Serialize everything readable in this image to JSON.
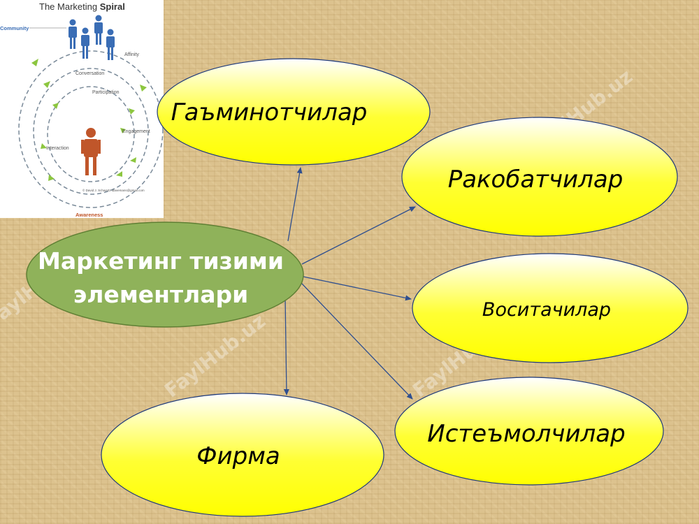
{
  "diagram": {
    "center": {
      "line1": "Маркетинг тизими",
      "line2": "элементлари",
      "fill": "#8fb25a",
      "stroke": "#5f7f34"
    },
    "nodes": [
      {
        "id": "suppliers",
        "label": "Гаъминотчилар"
      },
      {
        "id": "competitors",
        "label": "Ракобатчилар"
      },
      {
        "id": "intermediaries",
        "label": "Воситачилар"
      },
      {
        "id": "consumers",
        "label": "Истеъмолчилар"
      },
      {
        "id": "firm",
        "label": "Фирма"
      }
    ],
    "node_fill_top": "#ffffff",
    "node_fill_bottom": "#ffff00",
    "node_stroke": "#1f3a7a",
    "arrow_color": "#2f4f8f"
  },
  "spiral_figure": {
    "title_regular": "The Marketing ",
    "title_bold": "Spiral",
    "labels": {
      "community": "Community",
      "affinity": "Affinity",
      "conversation": "Conversation",
      "participation": "Participation",
      "engagement": "Engagement",
      "interaction": "Interaction",
      "awareness": "Awareness"
    },
    "credit": "© David J. Schwartz     idavemans@gmail.com",
    "community_color": "#3a6db5",
    "awareness_color": "#c0562a"
  },
  "watermark": "FaylHub.uz"
}
